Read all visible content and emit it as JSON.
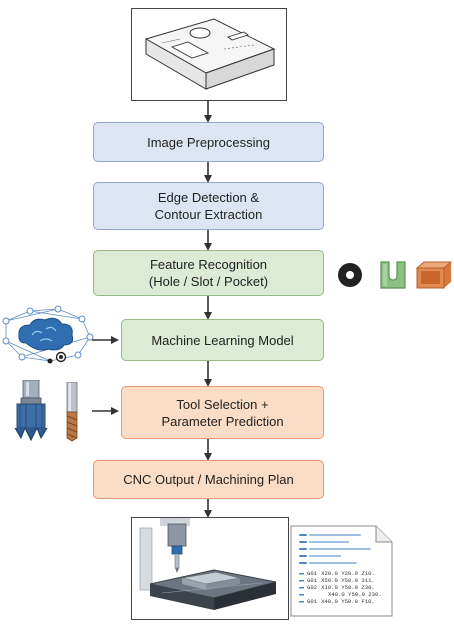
{
  "steps": [
    {
      "label_lines": [
        "Image Preprocessing"
      ],
      "color": "#dde5f5"
    },
    {
      "label_lines": [
        "Edge Detection &",
        "Contour Extraction"
      ],
      "color": "#dde5f5"
    },
    {
      "label_lines": [
        "Feature Recognition",
        "(Hole / Slot / Pocket)"
      ],
      "color": "#dcebd3"
    },
    {
      "label_lines": [
        "Machine Learning Model"
      ],
      "color": "#dcebd3"
    },
    {
      "label_lines": [
        "Tool Selection +",
        "Parameter Prediction"
      ],
      "color": "#fbdcc6"
    },
    {
      "label_lines": [
        "CNC Output / Machining Plan"
      ],
      "color": "#fbdcc6"
    }
  ],
  "gcode": [
    {
      "cmd": "G01",
      "args": "X20.0 Y20.0 Z10."
    },
    {
      "cmd": "G01",
      "args": "X50.0 Y50.0 311."
    },
    {
      "cmd": "G02",
      "args": "X10.0 Y50.0 Z30."
    },
    {
      "cmd": "",
      "args": "X40.0 Y50.0 230."
    },
    {
      "cmd": "G01",
      "args": "X40.0 Y50.0 F10."
    }
  ],
  "colors": {
    "arrow": "#333333",
    "blue_fill": "#dde5f5",
    "green_fill": "#dcebd3",
    "orange_fill": "#fbdcc6",
    "feature_hole": "#222222",
    "feature_slot": "#8cc083",
    "feature_pocket": "#e08a52"
  },
  "icons": {
    "input": "workpiece-drawing-icon",
    "features": [
      "hole-icon",
      "slot-icon",
      "pocket-icon"
    ],
    "ml": "neural-network-icon",
    "tools": [
      "face-mill-icon",
      "end-mill-icon"
    ],
    "output": "cnc-machine-icon",
    "document": "gcode-document-icon"
  }
}
